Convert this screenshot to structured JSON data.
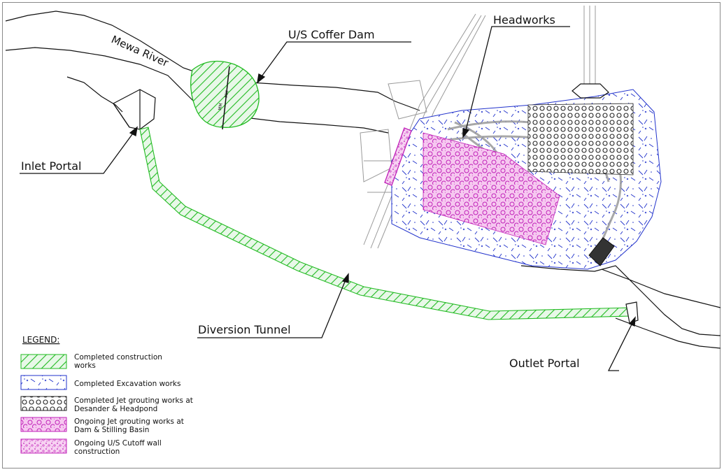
{
  "labels": {
    "river": "Mewa River",
    "coffer_dam": "U/S Coffer Dam",
    "headworks": "Headworks",
    "inlet_portal": "Inlet Portal",
    "diversion_tunnel": "Diversion Tunnel",
    "outlet_portal": "Outlet Portal",
    "dam_mark_a": "MM",
    "dam_mark_b": "MM"
  },
  "legend": {
    "title": "LEGEND:",
    "items": [
      {
        "text_1": "Completed construction",
        "text_2": "works",
        "pattern": "green-hatch",
        "color": "#22bb22"
      },
      {
        "text_1": "Completed Excavation works",
        "text_2": "",
        "pattern": "blue-cross",
        "color": "#2233cc"
      },
      {
        "text_1": "Completed Jet grouting works  at",
        "text_2": "Desander & Headpond",
        "pattern": "black-circles",
        "color": "#222222"
      },
      {
        "text_1": "Ongoing Jet grouting works at",
        "text_2": "Dam & Stilling Basin",
        "pattern": "magenta-circles",
        "color": "#cc22cc"
      },
      {
        "text_1": "Ongoing U/S Cutoff wall",
        "text_2": "construction",
        "pattern": "magenta-dots",
        "color": "#cc22cc"
      }
    ]
  }
}
